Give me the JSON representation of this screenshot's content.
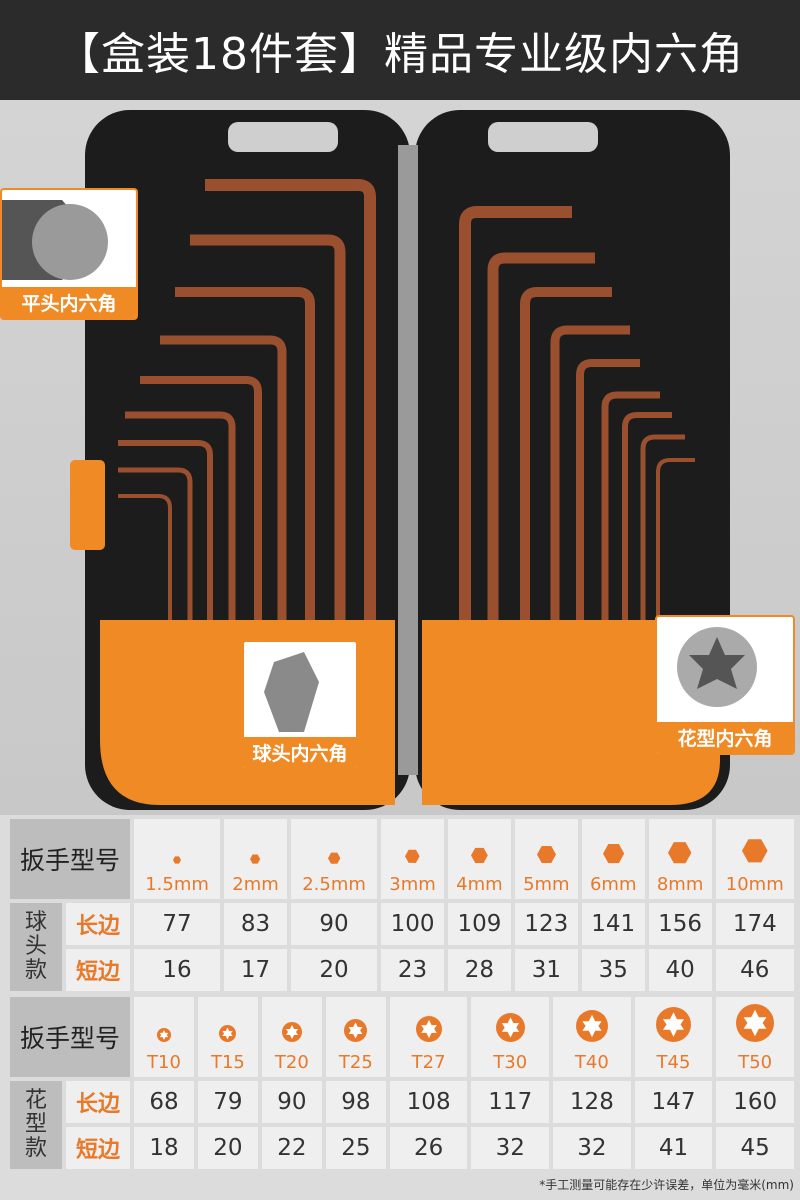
{
  "title": "【盒装18件套】精品专业级内六角",
  "callouts": {
    "flat": "平头内六角",
    "ball": "球头内六角",
    "torx": "花型内六角"
  },
  "hex_table": {
    "header": "扳手型号",
    "group": "球头款",
    "long_label": "长边",
    "short_label": "短边",
    "sizes": [
      "1.5mm",
      "2mm",
      "2.5mm",
      "3mm",
      "4mm",
      "5mm",
      "6mm",
      "8mm",
      "10mm"
    ],
    "long": [
      "77",
      "83",
      "90",
      "100",
      "109",
      "123",
      "141",
      "156",
      "174"
    ],
    "short": [
      "16",
      "17",
      "20",
      "23",
      "28",
      "31",
      "35",
      "40",
      "46"
    ]
  },
  "torx_table": {
    "header": "扳手型号",
    "group": "花型款",
    "long_label": "长边",
    "short_label": "短边",
    "sizes": [
      "T10",
      "T15",
      "T20",
      "T25",
      "T27",
      "T30",
      "T40",
      "T45",
      "T50"
    ],
    "long": [
      "68",
      "79",
      "90",
      "98",
      "108",
      "117",
      "128",
      "147",
      "160"
    ],
    "short": [
      "18",
      "20",
      "22",
      "25",
      "26",
      "32",
      "32",
      "41",
      "45"
    ]
  },
  "note": "*手工测量可能存在少许误差，单位为毫米(mm)",
  "colors": {
    "accent": "#f08a24",
    "header_bg": "#2b2b2b",
    "wrench": "#9a4f2e"
  }
}
